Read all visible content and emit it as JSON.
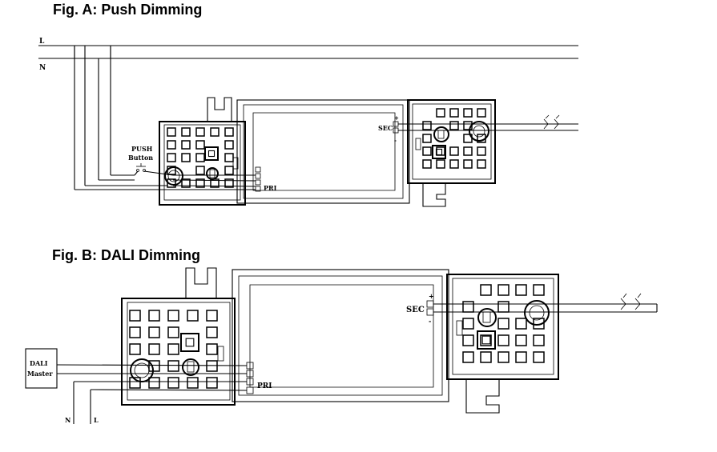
{
  "figures": {
    "a": {
      "title": "Fig. A: Push Dimming",
      "line_l": "L",
      "line_n": "N",
      "push_button_line1": "PUSH",
      "push_button_line2": "Button",
      "pri": "PRI",
      "sec": "SEC",
      "plus": "+",
      "minus": "-"
    },
    "b": {
      "title": "Fig. B: DALI Dimming",
      "dali_line1": "DALI",
      "dali_line2": "Master",
      "pri": "PRI",
      "sec": "SEC",
      "plus": "+",
      "minus": "-",
      "line_n": "N",
      "line_l": "L"
    }
  }
}
